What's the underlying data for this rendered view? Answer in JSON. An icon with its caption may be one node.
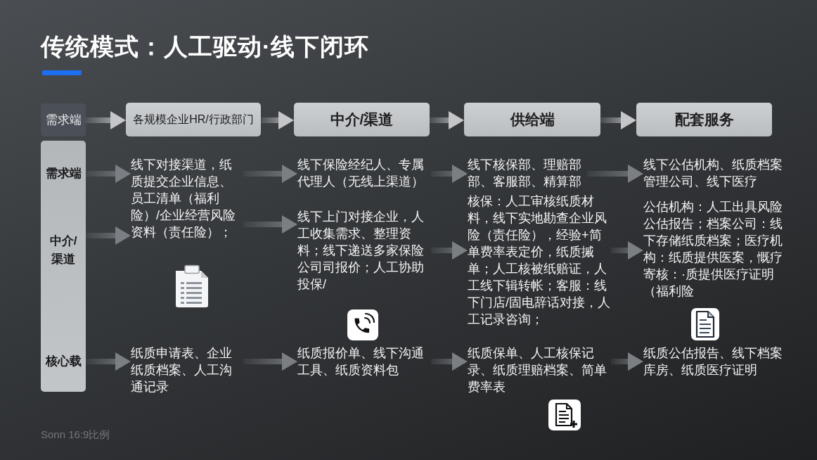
{
  "diagram": {
    "title": "传统模式：人工驱动·线下闭环",
    "nodes": [
      {
        "text": [
          "需求端"
        ]
      },
      {
        "text": [
          "各规模企业HR/行政部门"
        ]
      },
      {
        "text": [
          "中介/渠道"
        ]
      },
      {
        "text": [
          "供给端"
        ]
      },
      {
        "text": [
          "配套服务"
        ]
      },
      {
        "text": [],
        "shape": "bar"
      },
      {
        "text": [
          "需求端"
        ],
        "in": 5
      },
      {
        "text": [
          "中介/渠道"
        ],
        "in": 5
      },
      {
        "text": [
          "核心载"
        ],
        "in": 5
      },
      {
        "text": [
          "线下对接渠道，纸质提交企业信息、员工清单（福利险）/企业经营风险资料（责任险）；"
        ]
      },
      {
        "text": [
          "线下保险经纪人、专属代理人（无线上渠道）"
        ]
      },
      {
        "text": [
          "线下核保部、理赔部部、客服部、精算部"
        ]
      },
      {
        "text": [
          "线下公估机构、纸质档案管理公司、线下医疗"
        ]
      },
      {
        "text": [
          "线下上门对接企业，人工收集需求、整理资料；线下递送多家保险公司司报价；人工协助投保/"
        ]
      },
      {
        "text": [
          "核保：人工审核纸质材料，线下实地勘查企业风险（责任险），经验+简单费率表定价，纸质摵单；人工核被纸赔证，人工线下辑转帐；客服：线下门店/固电辞话对接，人工记录咨询；"
        ]
      },
      {
        "text": [
          "公估机构：人工出具风险公估报告；档案公司：线下存储纸质档案；医疗机构：纸质提供医案，慨疗寄核：·质提供医疗证明（福利险"
        ]
      },
      {
        "text": [
          "纸质申请表、企业纸质档案、人工沟通记录"
        ]
      },
      {
        "text": [
          "纸质报价单、线下沟通工具、纸质资料包"
        ]
      },
      {
        "text": [
          "纸质保单、人工核保记录、纸质理赔档案、简单费率表"
        ]
      },
      {
        "text": [
          "纸质公估报告、线下档案库房、纸质医疗证明"
        ]
      }
    ],
    "edges": [
      {
        "from": 0,
        "to": 1,
        "arrow": "to",
        "color": "#c4c6c8"
      },
      {
        "from": 1,
        "to": 2,
        "arrow": "to",
        "color": "#c4c6c8"
      },
      {
        "from": 2,
        "to": 3,
        "arrow": "to",
        "color": "#c4c6c8"
      },
      {
        "from": 3,
        "to": 4,
        "arrow": "to",
        "color": "#c4c6c8"
      },
      {
        "from": 6,
        "to": 9,
        "arrow": "to"
      },
      {
        "from": 7,
        "to": 9,
        "arrow": "to"
      },
      {
        "from": 9,
        "to": 10,
        "arrow": "to"
      },
      {
        "from": 9,
        "to": 13,
        "arrow": "to"
      },
      {
        "from": 10,
        "to": 11,
        "arrow": "to"
      },
      {
        "from": 13,
        "to": 14,
        "arrow": "to"
      },
      {
        "from": 11,
        "to": 12,
        "arrow": "to"
      },
      {
        "from": 14,
        "to": 15,
        "arrow": "to"
      },
      {
        "from": 8,
        "to": 16,
        "arrow": "to"
      },
      {
        "from": 16,
        "to": 17,
        "arrow": "to"
      },
      {
        "from": 17,
        "to": 18,
        "arrow": "to"
      },
      {
        "from": 18,
        "to": 19,
        "arrow": "to"
      }
    ],
    "labels": [
      "Sonn 16:9比例"
    ]
  }
}
